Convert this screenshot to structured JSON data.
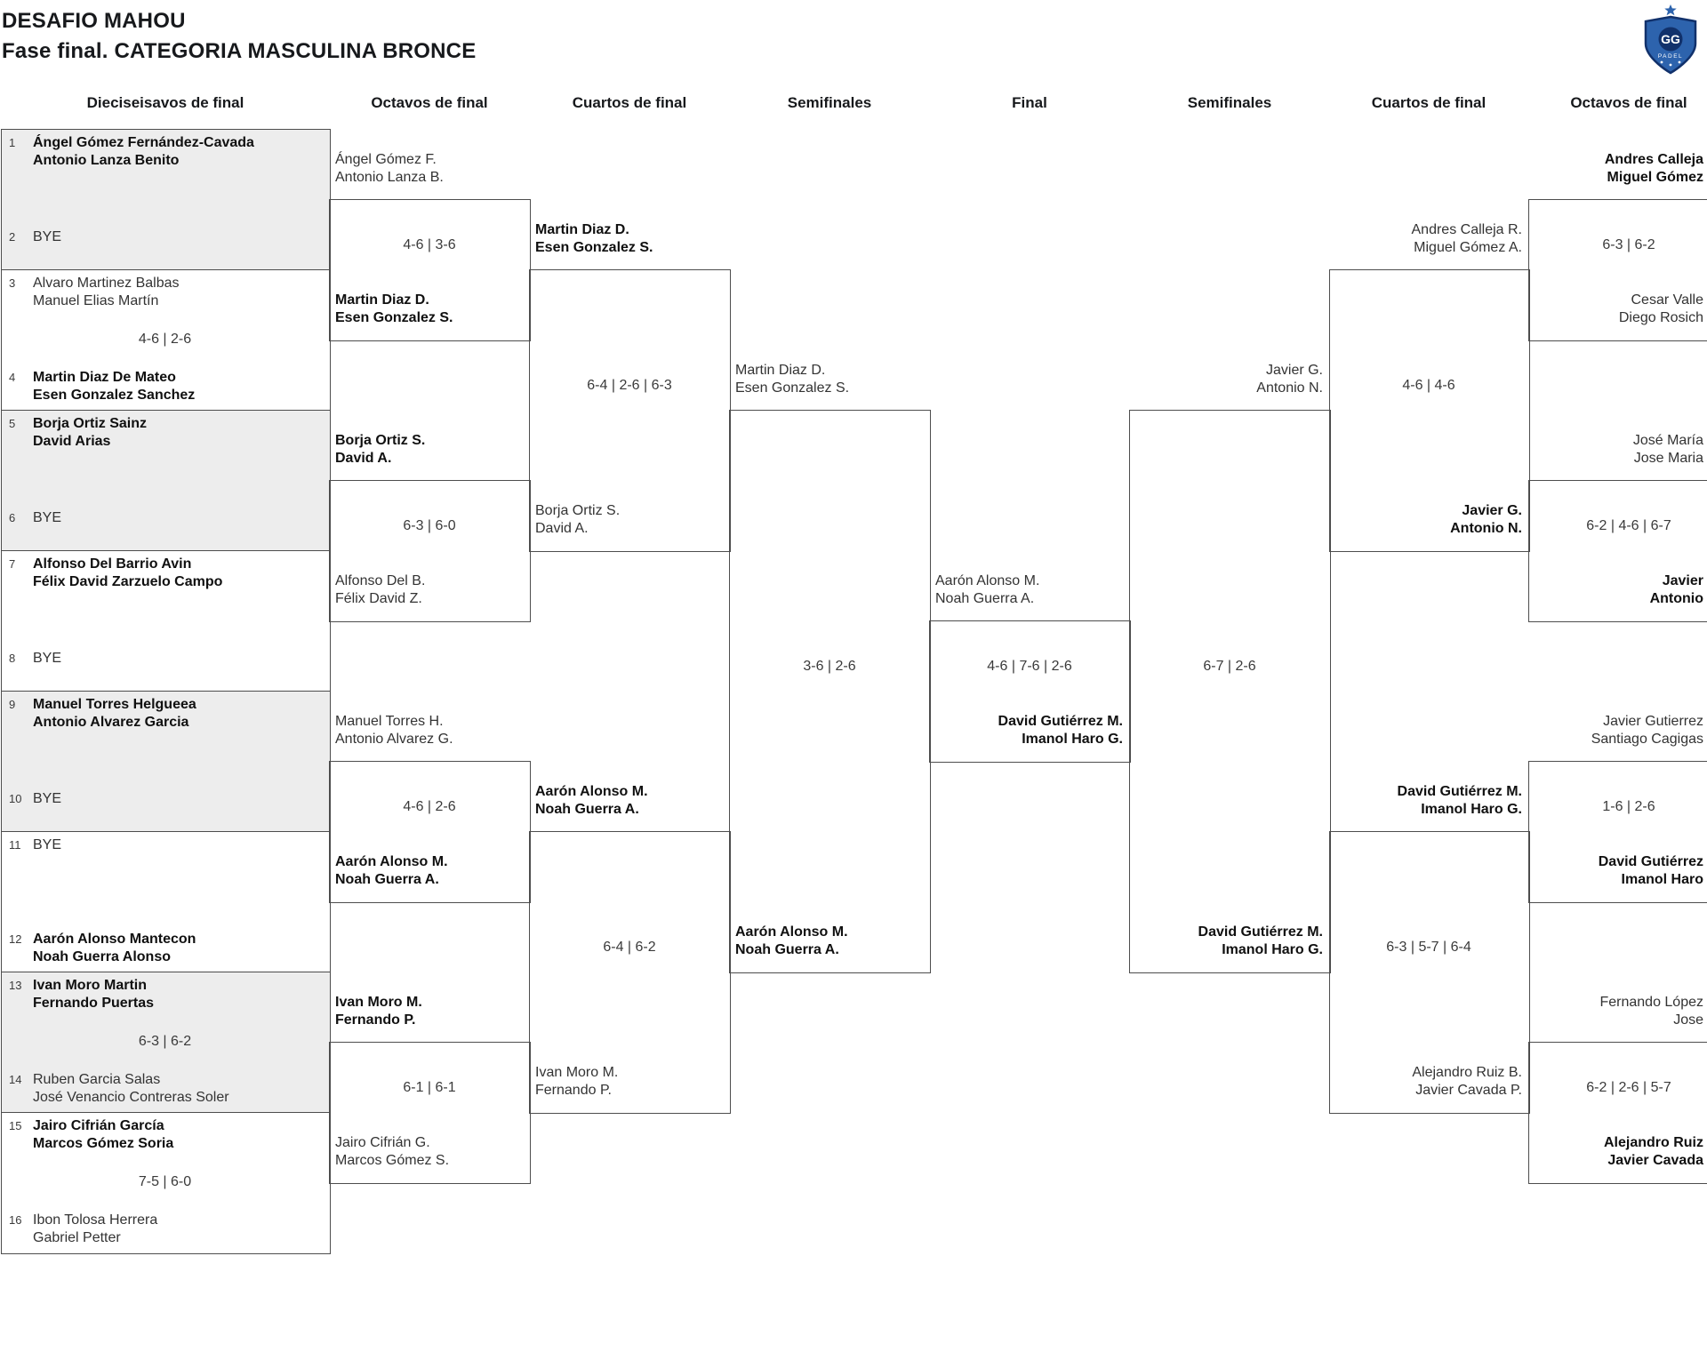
{
  "header": {
    "title": "DESAFIO MAHOU",
    "subtitle": "Fase final. CATEGORIA MASCULINA BRONCE"
  },
  "logo": {
    "initials": "GG",
    "label": "PADEL"
  },
  "colors": {
    "accent_blue": "#2d63ad",
    "shield_navy": "#11316b",
    "shaded_slot": "#ededed",
    "bracket_line": "#4d4d4d"
  },
  "round_headers": [
    "Dieciseisavos de final",
    "Octavos de final",
    "Cuartos de final",
    "Semifinales",
    "Final",
    "Semifinales",
    "Cuartos de final",
    "Octavos de final"
  ],
  "bracket": {
    "r32_matches": [
      {
        "shaded": true,
        "score": "",
        "top": {
          "seed": "1",
          "lines": [
            "Ángel Gómez Fernández-Cavada",
            "Antonio Lanza Benito"
          ],
          "bold": true
        },
        "bottom": {
          "seed": "2",
          "lines": [
            "BYE"
          ],
          "bold": false
        }
      },
      {
        "shaded": false,
        "score": "4-6 | 2-6",
        "top": {
          "seed": "3",
          "lines": [
            "Alvaro Martinez Balbas",
            "Manuel Elias Martín"
          ],
          "bold": false
        },
        "bottom": {
          "seed": "4",
          "lines": [
            "Martin Diaz De Mateo",
            "Esen Gonzalez Sanchez"
          ],
          "bold": true
        }
      },
      {
        "shaded": true,
        "score": "",
        "top": {
          "seed": "5",
          "lines": [
            "Borja Ortiz Sainz",
            "David Arias"
          ],
          "bold": true
        },
        "bottom": {
          "seed": "6",
          "lines": [
            "BYE"
          ],
          "bold": false
        }
      },
      {
        "shaded": false,
        "score": "",
        "top": {
          "seed": "7",
          "lines": [
            "Alfonso Del Barrio Avin",
            "Félix David Zarzuelo Campo"
          ],
          "bold": true
        },
        "bottom": {
          "seed": "8",
          "lines": [
            "BYE"
          ],
          "bold": false
        }
      },
      {
        "shaded": true,
        "score": "",
        "top": {
          "seed": "9",
          "lines": [
            "Manuel Torres Helgueea",
            "Antonio Alvarez Garcia"
          ],
          "bold": true
        },
        "bottom": {
          "seed": "10",
          "lines": [
            "BYE"
          ],
          "bold": false
        }
      },
      {
        "shaded": false,
        "score": "",
        "top": {
          "seed": "11",
          "lines": [
            "BYE"
          ],
          "bold": false
        },
        "bottom": {
          "seed": "12",
          "lines": [
            "Aarón Alonso Mantecon",
            "Noah Guerra Alonso"
          ],
          "bold": true
        }
      },
      {
        "shaded": true,
        "score": "6-3 | 6-2",
        "top": {
          "seed": "13",
          "lines": [
            "Ivan Moro Martin",
            "Fernando Puertas"
          ],
          "bold": true
        },
        "bottom": {
          "seed": "14",
          "lines": [
            "Ruben Garcia Salas",
            "José Venancio Contreras Soler"
          ],
          "bold": false
        }
      },
      {
        "shaded": false,
        "score": "7-5 | 6-0",
        "top": {
          "seed": "15",
          "lines": [
            "Jairo Cifrián García",
            "Marcos Gómez Soria"
          ],
          "bold": true
        },
        "bottom": {
          "seed": "16",
          "lines": [
            "Ibon Tolosa Herrera",
            "Gabriel Petter"
          ],
          "bold": false
        }
      }
    ],
    "r16_left": [
      {
        "score": "4-6 | 3-6",
        "top": {
          "lines": [
            "Ángel Gómez F.",
            "Antonio Lanza B."
          ],
          "bold": false
        },
        "bottom": {
          "lines": [
            "Martin Diaz D.",
            "Esen Gonzalez S."
          ],
          "bold": true
        }
      },
      {
        "score": "6-3 | 6-0",
        "top": {
          "lines": [
            "Borja Ortiz S.",
            "David A."
          ],
          "bold": true
        },
        "bottom": {
          "lines": [
            "Alfonso Del B.",
            "Félix David Z."
          ],
          "bold": false
        }
      },
      {
        "score": "4-6 | 2-6",
        "top": {
          "lines": [
            "Manuel Torres H.",
            "Antonio Alvarez G."
          ],
          "bold": false
        },
        "bottom": {
          "lines": [
            "Aarón Alonso M.",
            "Noah Guerra A."
          ],
          "bold": true
        }
      },
      {
        "score": "6-1 | 6-1",
        "top": {
          "lines": [
            "Ivan Moro M.",
            "Fernando P."
          ],
          "bold": true
        },
        "bottom": {
          "lines": [
            "Jairo Cifrián G.",
            "Marcos Gómez S."
          ],
          "bold": false
        }
      }
    ],
    "qf_left": [
      {
        "score": "6-4 | 2-6 | 6-3",
        "top": {
          "lines": [
            "Martin Diaz D.",
            "Esen Gonzalez S."
          ],
          "bold": true
        },
        "bottom": {
          "lines": [
            "Borja Ortiz S.",
            "David A."
          ],
          "bold": false
        }
      },
      {
        "score": "6-4 | 6-2",
        "top": {
          "lines": [
            "Aarón Alonso M.",
            "Noah Guerra A."
          ],
          "bold": true
        },
        "bottom": {
          "lines": [
            "Ivan Moro M.",
            "Fernando P."
          ],
          "bold": false
        }
      }
    ],
    "sf_left": {
      "score": "3-6 | 2-6",
      "top": {
        "lines": [
          "Martin Diaz D.",
          "Esen Gonzalez S."
        ],
        "bold": false
      },
      "bottom": {
        "lines": [
          "Aarón Alonso M.",
          "Noah Guerra A."
        ],
        "bold": true
      }
    },
    "final": {
      "score": "4-6 | 7-6 | 2-6",
      "left": {
        "lines": [
          "Aarón Alonso M.",
          "Noah Guerra A."
        ],
        "bold": false
      },
      "right": {
        "lines": [
          "David Gutiérrez M.",
          "Imanol Haro G."
        ],
        "bold": true
      }
    },
    "sf_right": {
      "score": "6-7 | 2-6",
      "top": {
        "lines": [
          "Javier G.",
          "Antonio N."
        ],
        "bold": false
      },
      "bottom": {
        "lines": [
          "David Gutiérrez M.",
          "Imanol Haro G."
        ],
        "bold": true
      }
    },
    "qf_right": [
      {
        "score": "4-6 | 4-6",
        "top": {
          "lines": [
            "Andres Calleja R.",
            "Miguel Gómez A."
          ],
          "bold": false
        },
        "bottom": {
          "lines": [
            "Javier G.",
            "Antonio N."
          ],
          "bold": true
        }
      },
      {
        "score": "6-3 | 5-7 | 6-4",
        "top": {
          "lines": [
            "David Gutiérrez M.",
            "Imanol Haro G."
          ],
          "bold": true
        },
        "bottom": {
          "lines": [
            "Alejandro Ruiz B.",
            "Javier Cavada P."
          ],
          "bold": false
        }
      }
    ],
    "r16_right": [
      {
        "score": "6-3 | 6-2",
        "top": {
          "lines": [
            "Andres Calleja",
            "Miguel Gómez"
          ],
          "bold": true
        },
        "bottom": {
          "lines": [
            "Cesar Valle",
            "Diego Rosich"
          ],
          "bold": false
        }
      },
      {
        "score": "6-2 | 4-6 | 6-7",
        "top": {
          "lines": [
            "José María",
            "Jose Maria"
          ],
          "bold": false
        },
        "bottom": {
          "lines": [
            "Javier",
            "Antonio"
          ],
          "bold": true
        }
      },
      {
        "score": "1-6 | 2-6",
        "top": {
          "lines": [
            "Javier Gutierrez",
            "Santiago Cagigas"
          ],
          "bold": false
        },
        "bottom": {
          "lines": [
            "David Gutiérrez",
            "Imanol Haro"
          ],
          "bold": true
        }
      },
      {
        "score": "6-2 | 2-6 | 5-7",
        "top": {
          "lines": [
            "Fernando López",
            "Jose"
          ],
          "bold": false
        },
        "bottom": {
          "lines": [
            "Alejandro Ruiz",
            "Javier Cavada"
          ],
          "bold": true
        }
      }
    ]
  }
}
